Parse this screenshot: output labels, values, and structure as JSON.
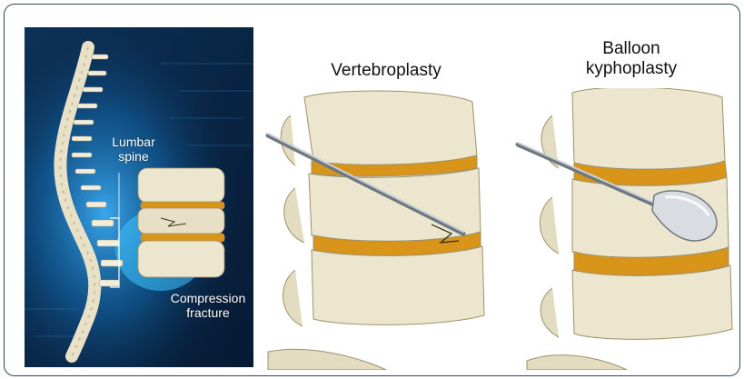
{
  "left_panel": {
    "lumbar_label_line1": "Lumbar",
    "lumbar_label_line2": "spine",
    "fracture_label_line1": "Compression",
    "fracture_label_line2": "fracture",
    "background_color": "#0b2a4a",
    "glow_color": "#2aa9ff"
  },
  "panels": {
    "vertebroplasty_title": "Vertebroplasty",
    "kyphoplasty_title_line1": "Balloon",
    "kyphoplasty_title_line2": "kyphoplasty"
  },
  "colors": {
    "bone": "#ece6cf",
    "bone_shadow": "#b9ad88",
    "disc": "#d8951a",
    "needle": "#9aa3ab",
    "frame": "#2f4a55"
  }
}
